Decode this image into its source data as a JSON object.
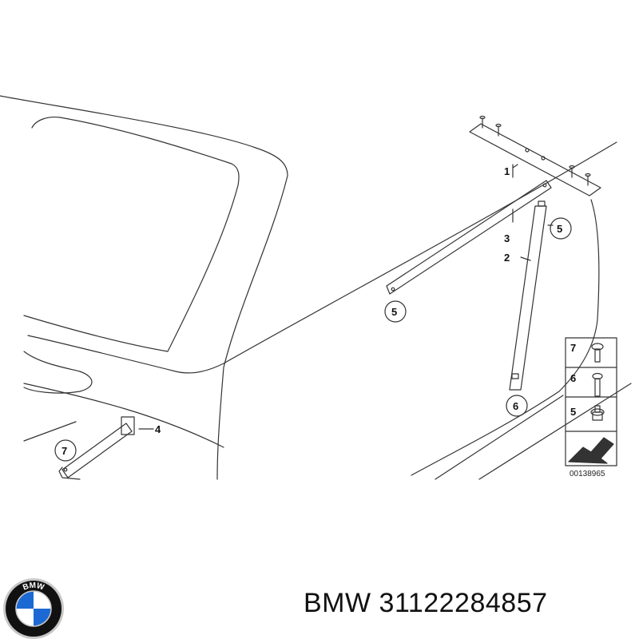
{
  "diagram": {
    "callouts": [
      {
        "id": "1",
        "label": "1"
      },
      {
        "id": "2",
        "label": "2"
      },
      {
        "id": "3",
        "label": "3"
      },
      {
        "id": "4",
        "label": "4"
      },
      {
        "id": "5a",
        "label": "5"
      },
      {
        "id": "5b",
        "label": "5"
      },
      {
        "id": "6",
        "label": "6"
      },
      {
        "id": "7",
        "label": "7"
      }
    ],
    "legend": [
      {
        "label": "7"
      },
      {
        "label": "6"
      },
      {
        "label": "5"
      }
    ],
    "diagram_code": "00138965"
  },
  "caption": {
    "text": "BMW 31122284857"
  },
  "logo": {
    "letters": "BMW",
    "colors": {
      "blue": "#1c69d4",
      "white": "#ffffff",
      "ring": "#111111",
      "silver": "#c8c8c8"
    }
  }
}
